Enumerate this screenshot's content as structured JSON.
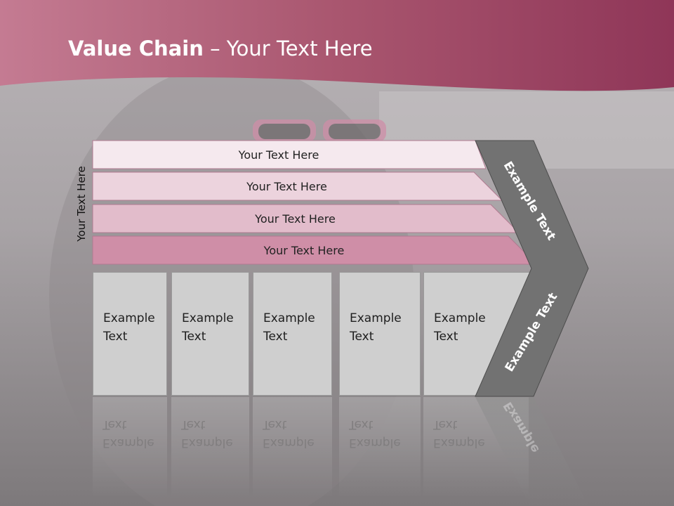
{
  "slide": {
    "title_bold": "Value Chain",
    "title_rest": " – Your Text Here",
    "vertical_label": "Your Text Here"
  },
  "bars": [
    {
      "label": "Your Text Here"
    },
    {
      "label": "Your Text Here"
    },
    {
      "label": "Your Text Here"
    },
    {
      "label": "Your Text Here"
    }
  ],
  "boxes": [
    {
      "line1": "Example",
      "line2": "Text"
    },
    {
      "line1": "Example",
      "line2": "Text"
    },
    {
      "line1": "Example",
      "line2": "Text"
    },
    {
      "line1": "Example",
      "line2": "Text"
    },
    {
      "line1": "Example",
      "line2": "Text"
    }
  ],
  "chevron": {
    "top_label": "Example Text",
    "bottom_label": "Example Text",
    "reflection_label": "Example"
  },
  "colors": {
    "header": "#a9566f",
    "chevron": "#727272",
    "box": "#cfcfcf",
    "bar_darkest": "#cf8ea7"
  }
}
